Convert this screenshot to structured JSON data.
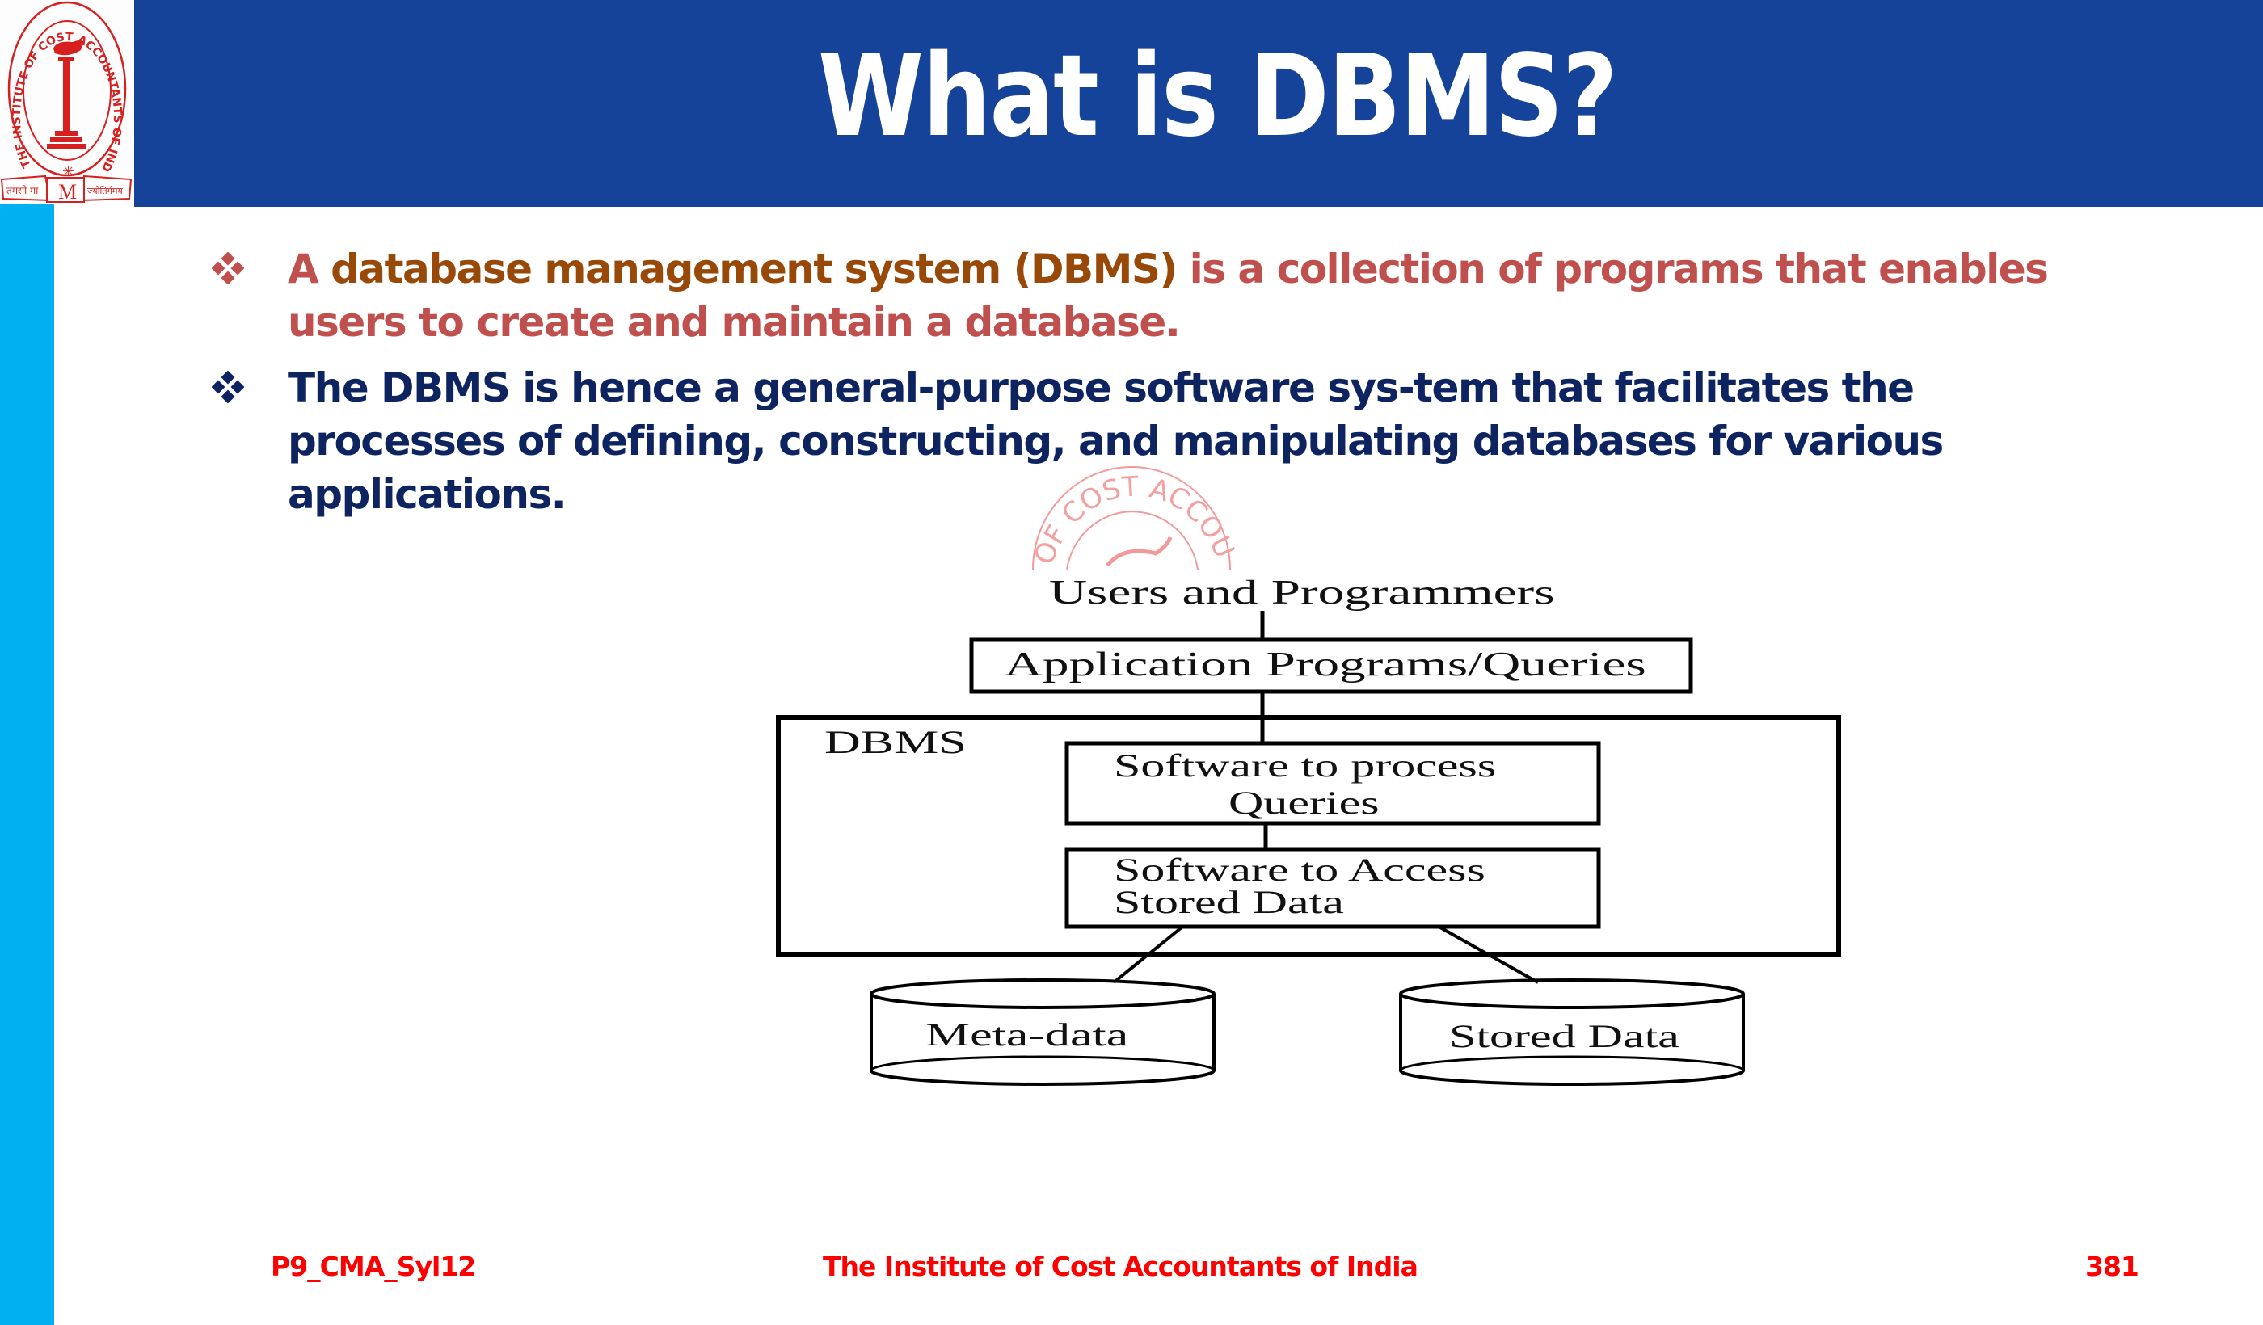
{
  "slide": {
    "title": "What is DBMS?",
    "colors": {
      "header_bg": "#16439A",
      "sidebar_bg": "#00B0F0",
      "bullet1_text": "#C0504D",
      "bullet1_term": "#984807",
      "bullet2_text": "#0D2461",
      "footer_text": "#FF0000",
      "logo_red": "#D62020"
    },
    "logo": {
      "ring_text": "THE INSTITUTE OF COST ACCOUNTANTS OF INDIA",
      "motto_left": "तमसो मा",
      "motto_right": "ज्योतिर्गमय",
      "monogram": "M"
    },
    "bullets": [
      {
        "icon": "diamond-bullet-icon",
        "lead": "A ",
        "term": "database management system (DBMS)",
        "rest": " is a collection of programs that enables users to create and maintain a database."
      },
      {
        "icon": "diamond-bullet-icon",
        "text": "The DBMS is hence a general-purpose software sys-tem that facilitates the processes of defining, constructing, and manipulating databases for various applications."
      }
    ],
    "watermark_text": "OF COST ACCOUN"
  },
  "diagram": {
    "users_label": "Users and Programmers",
    "app_box_label": "Application Programs/Queries",
    "dbms_label": "DBMS",
    "query_box_line1": "Software to process",
    "query_box_line2": "Queries",
    "access_box_line1": "Software to Access",
    "access_box_line2": "Stored Data",
    "meta_cylinder_label": "Meta-data",
    "stored_cylinder_label": "Stored Data"
  },
  "footer": {
    "code": "P9_CMA_Syl12",
    "institute": "The Institute of Cost Accountants of India",
    "page_number": "381"
  }
}
